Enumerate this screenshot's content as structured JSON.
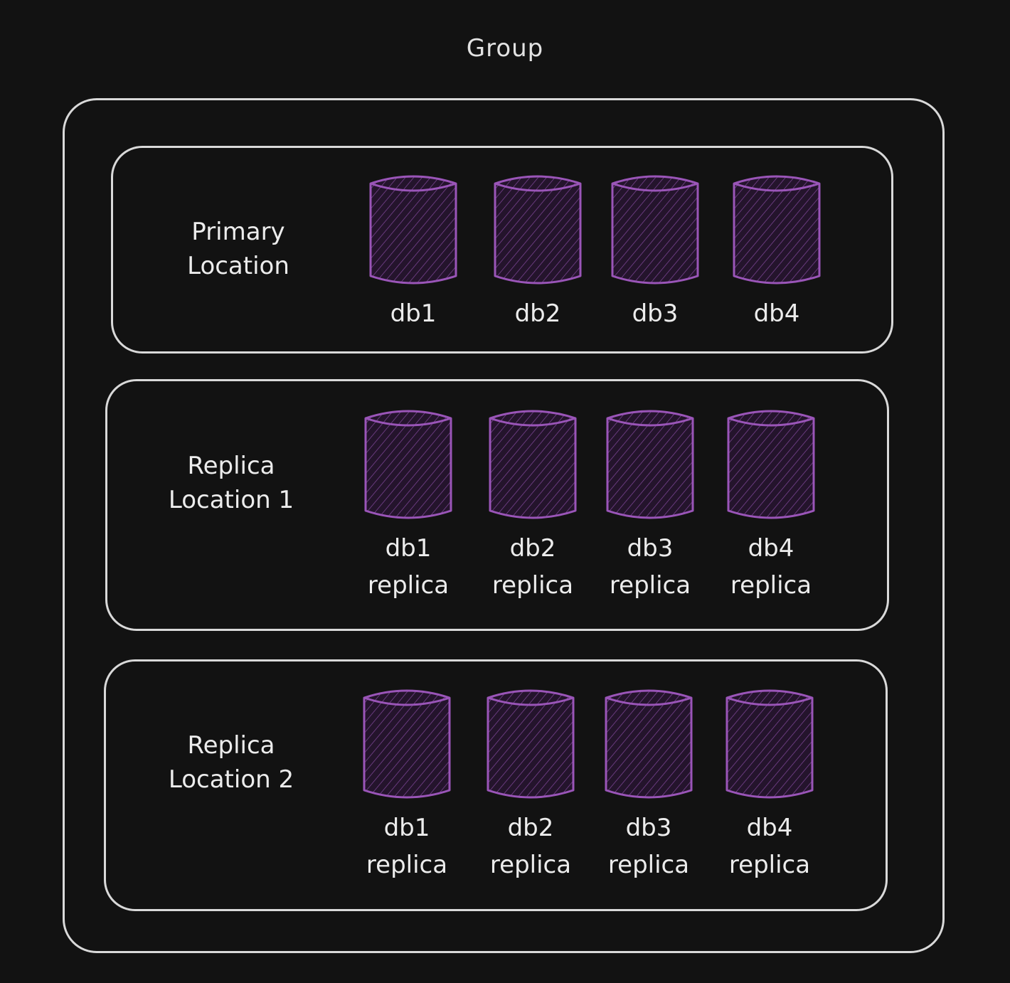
{
  "diagram": {
    "title": "Group",
    "colors": {
      "background": "#121212",
      "outline": "#d9d9d9",
      "cylinder_stroke": "#9a55b8",
      "cylinder_fill": "#24142c",
      "text": "#ececec"
    },
    "locations": [
      {
        "label": "Primary\nLocation",
        "databases": [
          {
            "name": "db1",
            "sub": ""
          },
          {
            "name": "db2",
            "sub": ""
          },
          {
            "name": "db3",
            "sub": ""
          },
          {
            "name": "db4",
            "sub": ""
          }
        ]
      },
      {
        "label": "Replica\nLocation 1",
        "databases": [
          {
            "name": "db1",
            "sub": "replica"
          },
          {
            "name": "db2",
            "sub": "replica"
          },
          {
            "name": "db3",
            "sub": "replica"
          },
          {
            "name": "db4",
            "sub": "replica"
          }
        ]
      },
      {
        "label": "Replica\nLocation 2",
        "databases": [
          {
            "name": "db1",
            "sub": "replica"
          },
          {
            "name": "db2",
            "sub": "replica"
          },
          {
            "name": "db3",
            "sub": "replica"
          },
          {
            "name": "db4",
            "sub": "replica"
          }
        ]
      }
    ]
  }
}
